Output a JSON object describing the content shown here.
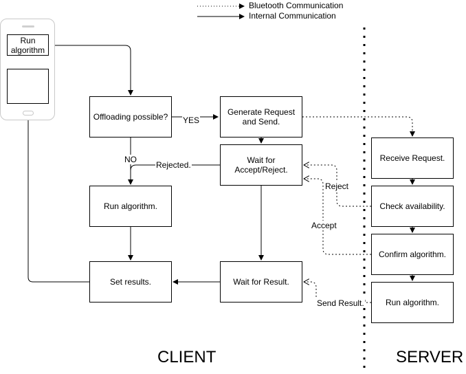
{
  "legend": {
    "bluetooth": "Bluetooth Communication",
    "internal": "Internal Communication"
  },
  "phone": {
    "label": "Run algorithm"
  },
  "client": {
    "title": "CLIENT",
    "offloading": "Offloading possible?",
    "generate": "Generate Request and Send.",
    "wait_accept": "Wait for Accept/Reject.",
    "run": "Run algorithm.",
    "set_results": "Set results.",
    "wait_result": "Wait for Result."
  },
  "server": {
    "title": "SERVER",
    "receive": "Receive Request.",
    "check": "Check availability.",
    "confirm": "Confirm algorithm.",
    "run": "Run algorithm."
  },
  "edges": {
    "yes": "YES",
    "no": "NO",
    "rejected": "Rejected.",
    "reject": "Reject",
    "accept": "Accept",
    "send_result": "Send Result."
  }
}
